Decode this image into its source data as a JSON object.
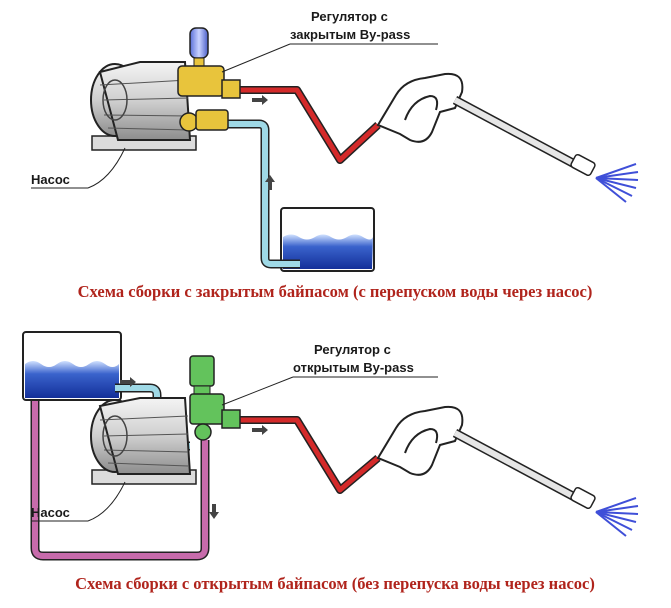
{
  "diagram_top": {
    "regulator_label_line1": "Регулятор с",
    "regulator_label_line2": "закрытым  By-pass",
    "pump_label": "Насос",
    "caption": "Схема сборки с закрытым байпасом (с перепуском воды через насос)"
  },
  "diagram_bottom": {
    "regulator_label_line1": "Регулятор с",
    "regulator_label_line2": "открытым  By-pass",
    "pump_label": "Насос",
    "caption": "Схема сборки с открытым байпасом (без перепуска воды через насос)"
  },
  "colors": {
    "high_pressure_hose": "#d42a2a",
    "suction_hose": "#9fd9e6",
    "bypass_hose": "#c76bab",
    "closed_valve": "#e8c43c",
    "open_valve": "#63c35c",
    "water": "#2046b8",
    "caption": "#b0241c"
  }
}
